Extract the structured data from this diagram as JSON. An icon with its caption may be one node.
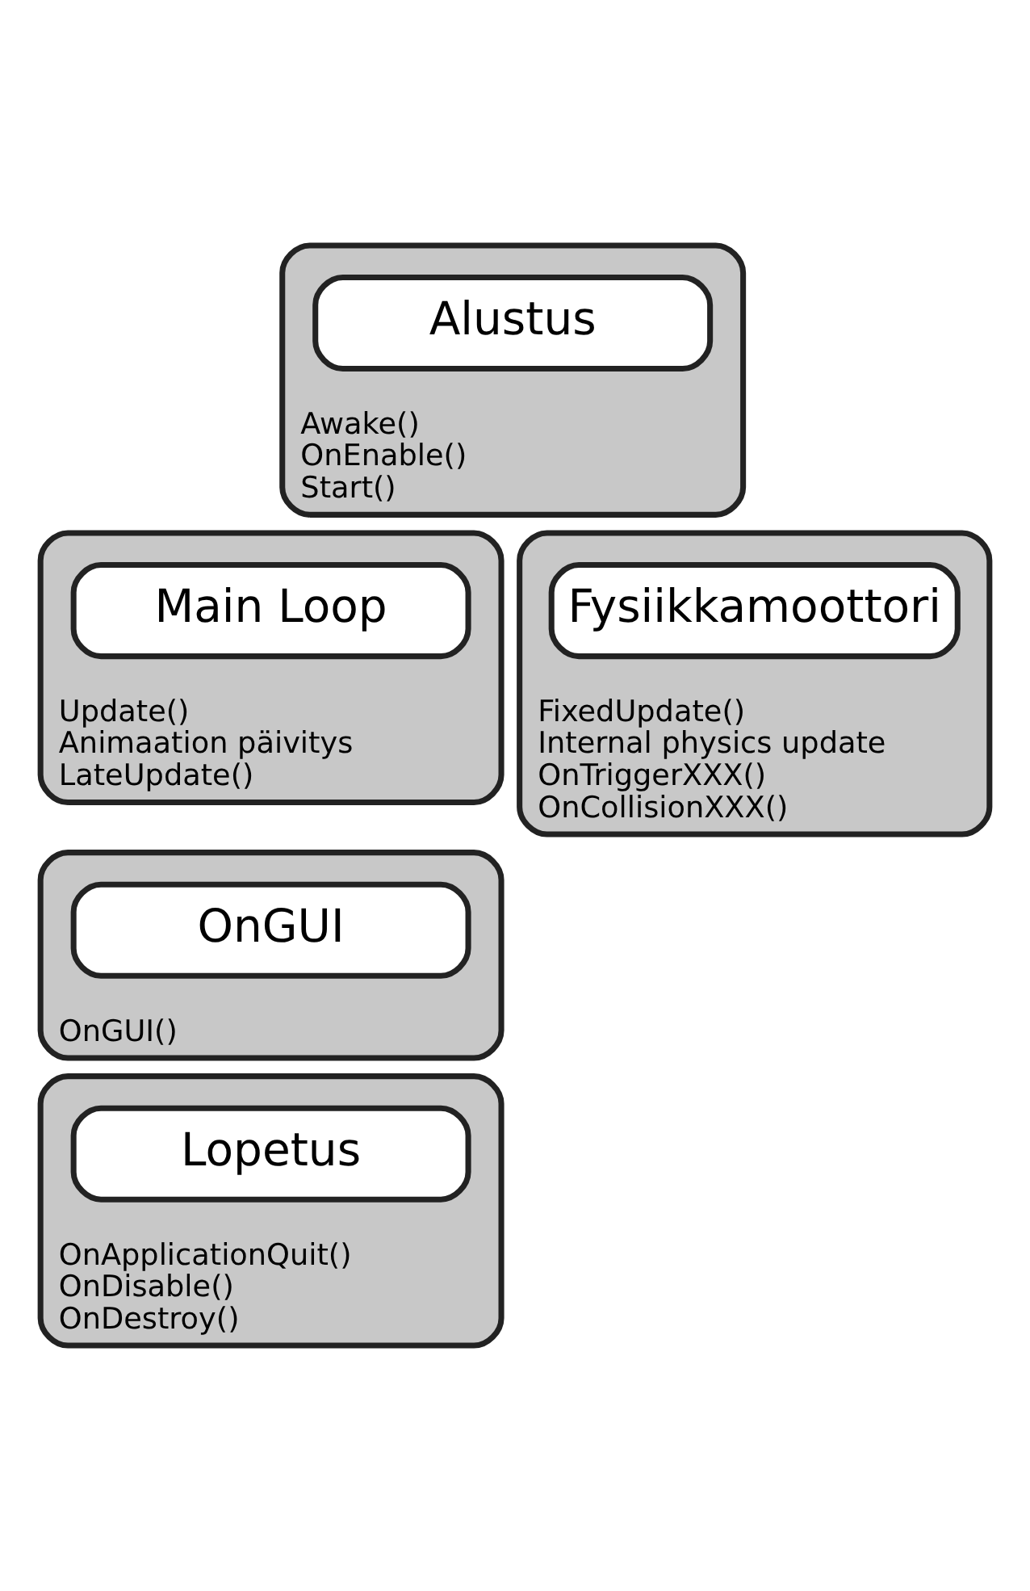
{
  "diagram": {
    "nodes": [
      {
        "text": [
          "Awake()",
          "OnEnable()",
          "Start()"
        ]
      },
      {
        "text": [
          "Alustus"
        ],
        "in": 0
      },
      {
        "text": [
          "Update()",
          "Animaation päivitys",
          "LateUpdate()"
        ]
      },
      {
        "text": [
          "Main Loop"
        ],
        "in": 2
      },
      {
        "text": [
          "FixedUpdate()",
          "Internal physics update",
          "OnTriggerXXX()",
          "OnCollisionXXX()"
        ]
      },
      {
        "text": [
          "Fysiikkamoottori"
        ],
        "in": 4
      },
      {
        "text": [
          "OnGUI()"
        ]
      },
      {
        "text": [
          "OnGUI"
        ],
        "in": 6
      },
      {
        "text": [
          "OnApplicationQuit()",
          "OnDisable()",
          "OnDestroy()"
        ]
      },
      {
        "text": [
          "Lopetus"
        ],
        "in": 8
      }
    ]
  }
}
